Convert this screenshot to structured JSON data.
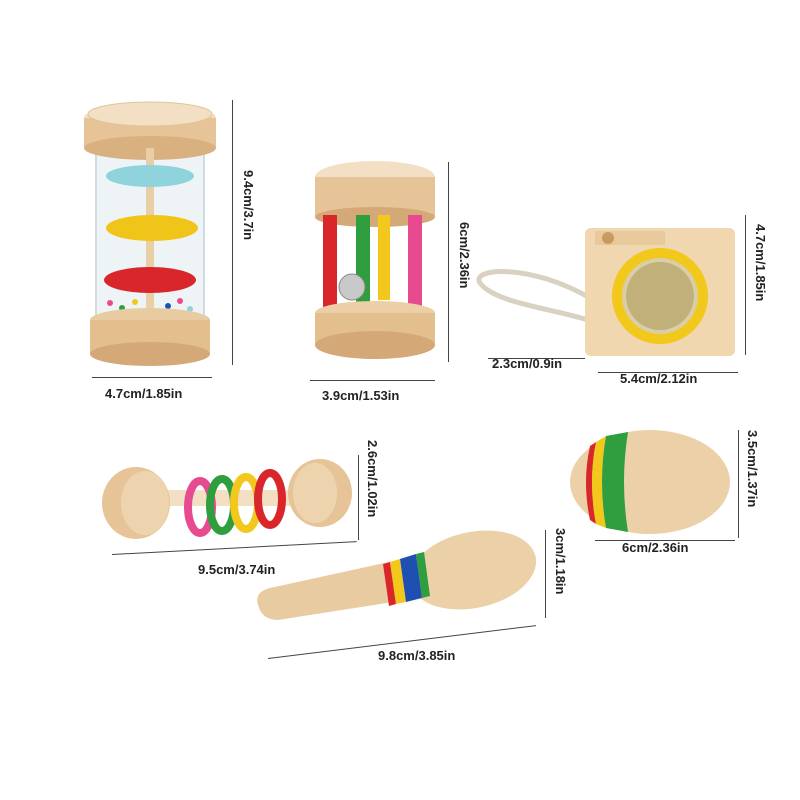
{
  "dimensions": {
    "rainstick_width": "4.7cm/1.85in",
    "rainstick_height": "9.4cm/3.7in",
    "cage_rattle_width": "3.9cm/1.53in",
    "cage_rattle_height": "6cm/2.36in",
    "camera_lens": "2.3cm/0.9in",
    "camera_width": "5.4cm/2.12in",
    "camera_height": "4.7cm/1.85in",
    "ring_rattle_length": "9.5cm/3.74in",
    "ring_rattle_height": "2.6cm/1.02in",
    "egg_shaker_width": "6cm/2.36in",
    "egg_shaker_height": "3.5cm/1.37in",
    "maraca_length": "9.8cm/3.85in",
    "maraca_height": "3cm/1.18in"
  },
  "colors": {
    "wood": "#e8c9a0",
    "wood_dark": "#d6ad7c",
    "red": "#d8262b",
    "yellow": "#f2c81c",
    "green": "#2f9e3e",
    "blue": "#1f4fb0",
    "pink": "#e84a8f"
  }
}
